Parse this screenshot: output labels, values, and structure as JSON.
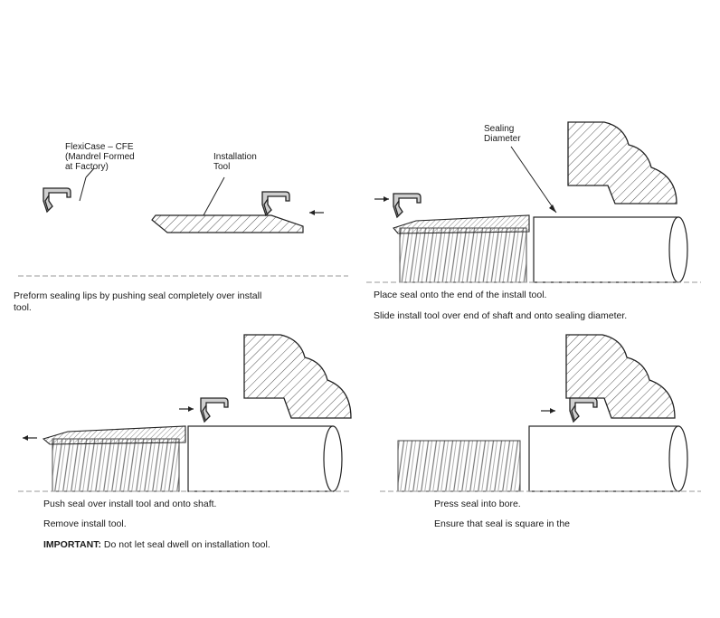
{
  "panel1": {
    "label_flexicase": [
      "FlexiCase – CFE",
      "(Mandrel Formed",
      "at Factory)"
    ],
    "label_tool": [
      "Installation",
      "Tool"
    ],
    "caption": [
      "Preform sealing lips by pushing seal completely over install",
      "tool."
    ]
  },
  "panel2": {
    "label_diameter": [
      "Sealing",
      "Diameter"
    ],
    "caption1": "Place seal onto the end of the install tool.",
    "caption2": "Slide install tool over end of shaft and onto sealing diameter."
  },
  "panel3": {
    "caption1": "Push seal over install tool and onto shaft.",
    "caption2": "Remove install tool.",
    "caption3_bold": "IMPORTANT:",
    "caption3_rest": " Do not let seal dwell on installation tool."
  },
  "panel4": {
    "caption1": "Press seal into bore.",
    "caption2": "Ensure that seal is square in the"
  }
}
